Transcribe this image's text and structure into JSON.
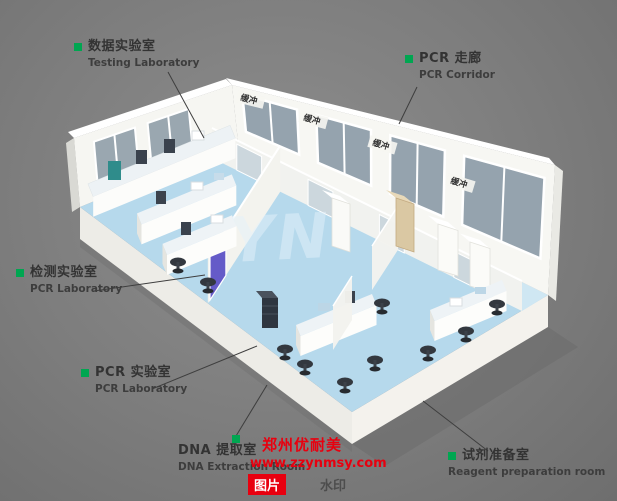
{
  "callouts": {
    "testing_lab": {
      "zh": "数据实验室",
      "en": "Testing Laboratory"
    },
    "pcr_corridor": {
      "zh": "PCR 走廊",
      "en": "PCR Corridor"
    },
    "inspection_lab": {
      "zh": "检测实验室",
      "en": "PCR Laboratory"
    },
    "pcr_lab": {
      "zh": "PCR 实验室",
      "en": "PCR Laboratory"
    },
    "dna_extraction": {
      "zh": "DNA 提取室",
      "en": "DNA Extraction Room"
    },
    "reagent_prep": {
      "zh": "试剂准备室",
      "en": "Reagent preparation room"
    }
  },
  "scene": {
    "buffer_labels": [
      "缓冲",
      "缓冲",
      "缓冲",
      "缓冲"
    ],
    "floor_logo": "YN"
  },
  "watermark": {
    "company": "郑州优耐美",
    "website": "www.zzynmsy.com",
    "tag_left": "图片",
    "tag_right": "水印"
  },
  "colors": {
    "bullet_green": "#00a651",
    "watermark_red": "#e8000f",
    "floor_blue": "#b6d9ec",
    "corridor_blue": "#cfe7f3",
    "door_purple": "#655bc8",
    "background_gray": "#7d7d7d"
  }
}
